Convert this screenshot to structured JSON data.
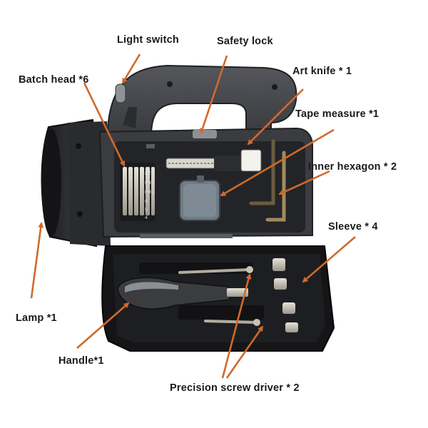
{
  "labels": {
    "light_switch": "Light switch",
    "safety_lock": "Safety lock",
    "batch_head": "Batch head *6",
    "art_knife": "Art knife * 1",
    "tape_measure": "Tape measure *1",
    "inner_hexagon": "Inner hexagon * 2",
    "sleeve": "Sleeve * 4",
    "lamp": "Lamp *1",
    "handle": "Handle*1",
    "precision_screw_driver": "Precision screw driver * 2"
  },
  "bit_markings": [
    "PZ1",
    "PH2",
    "PH1",
    "6",
    "5",
    "4"
  ],
  "colors": {
    "arrow": "#cf6a2c",
    "case": "#3b3c40",
    "case_dark": "#1e1f22",
    "tray": "#151517",
    "metal": "#c8c3b8",
    "tape": "#6f7c86",
    "grip": "#8b8f94"
  }
}
